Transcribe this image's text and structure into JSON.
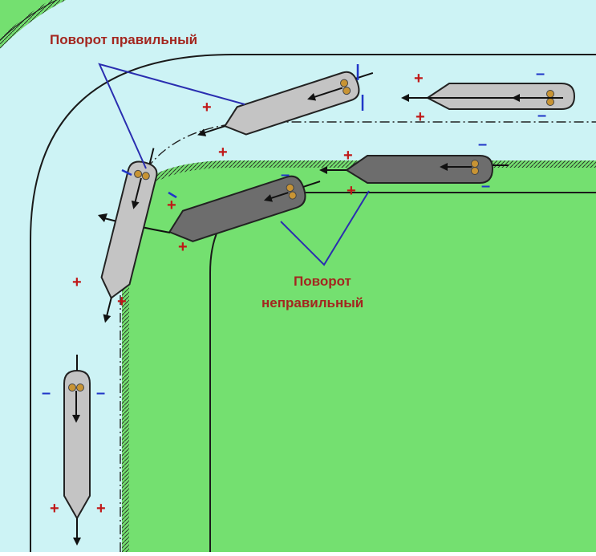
{
  "labels": {
    "correct_turn": "Поворот правильный",
    "incorrect_turn_line1": "Поворот",
    "incorrect_turn_line2": "неправильный"
  },
  "signs": {
    "plus": "+",
    "minus": "–"
  },
  "colors": {
    "land": "#74e070",
    "water": "#cdf3f5",
    "hull_light": "#c4c4c4",
    "hull_dark": "#6d6d6d",
    "label_text": "#a3261f",
    "pointer_lines": "#2a2eb0",
    "minus_sign": "#2036c8",
    "plus_sign": "#c01818",
    "propeller": "#c89434"
  },
  "icons": [
    "boat-icon",
    "propeller-icon",
    "direction-arrow-icon"
  ]
}
